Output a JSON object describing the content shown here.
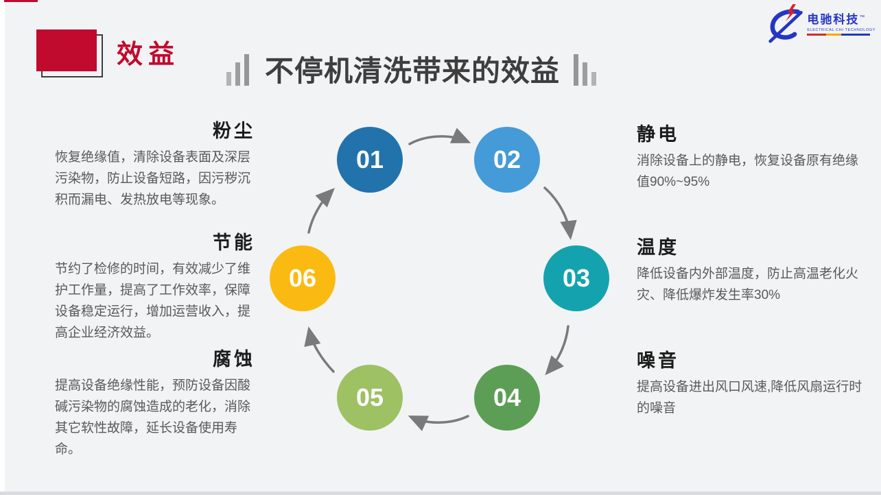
{
  "header": {
    "section_label": "效益",
    "title": "不停机清洗带来的效益"
  },
  "logo": {
    "brand": "电驰科技",
    "tm": "™",
    "subtitle": "ELECTRICAL CHI TECHNOLOGY"
  },
  "icons": {
    "bars_left": "bar-chart-ascending",
    "bars_right": "bar-chart-descending",
    "logo_mark": "blue-d-swoosh-with-lightning"
  },
  "diagram": {
    "steps": [
      {
        "number": "01",
        "color": "#2273AC"
      },
      {
        "number": "02",
        "color": "#449BD8"
      },
      {
        "number": "03",
        "color": "#14A3AE"
      },
      {
        "number": "04",
        "color": "#5C9E55"
      },
      {
        "number": "05",
        "color": "#9DC163"
      },
      {
        "number": "06",
        "color": "#FBBA12"
      }
    ],
    "flow": "clockwise"
  },
  "benefits": {
    "left": [
      {
        "title": "粉尘",
        "body": "恢复绝缘值，清除设备表面及深层污染物，防止设备短路，因污秽沉积而漏电、发热放电等现象。"
      },
      {
        "title": "节能",
        "body": "节约了检修的时间，有效减少了维护工作量，提高了工作效率，保障设备稳定运行，增加运营收入，提高企业经济效益。"
      },
      {
        "title": "腐蚀",
        "body": "提高设备绝缘性能，预防设备因酸碱污染物的腐蚀造成的老化，消除其它软性故障，延长设备使用寿命。"
      }
    ],
    "right": [
      {
        "title": "静电",
        "body": "消除设备上的静电，恢复设备原有绝缘值90%~95%"
      },
      {
        "title": "温度",
        "body": "降低设备内外部温度，防止高温老化火灾、降低爆炸发生率30%"
      },
      {
        "title": "噪音",
        "body": "提高设备进出风口风速,降低风扇运行时的噪音"
      }
    ]
  },
  "colors": {
    "accent_red": "#C00A2E",
    "title_dark": "#3E3E3E",
    "heading_dark": "#1C1C1C",
    "body_gray": "#595959",
    "arrow_gray": "#7A7A7A",
    "background": "#F2F3F5",
    "logo_blue": "#2336C4"
  }
}
